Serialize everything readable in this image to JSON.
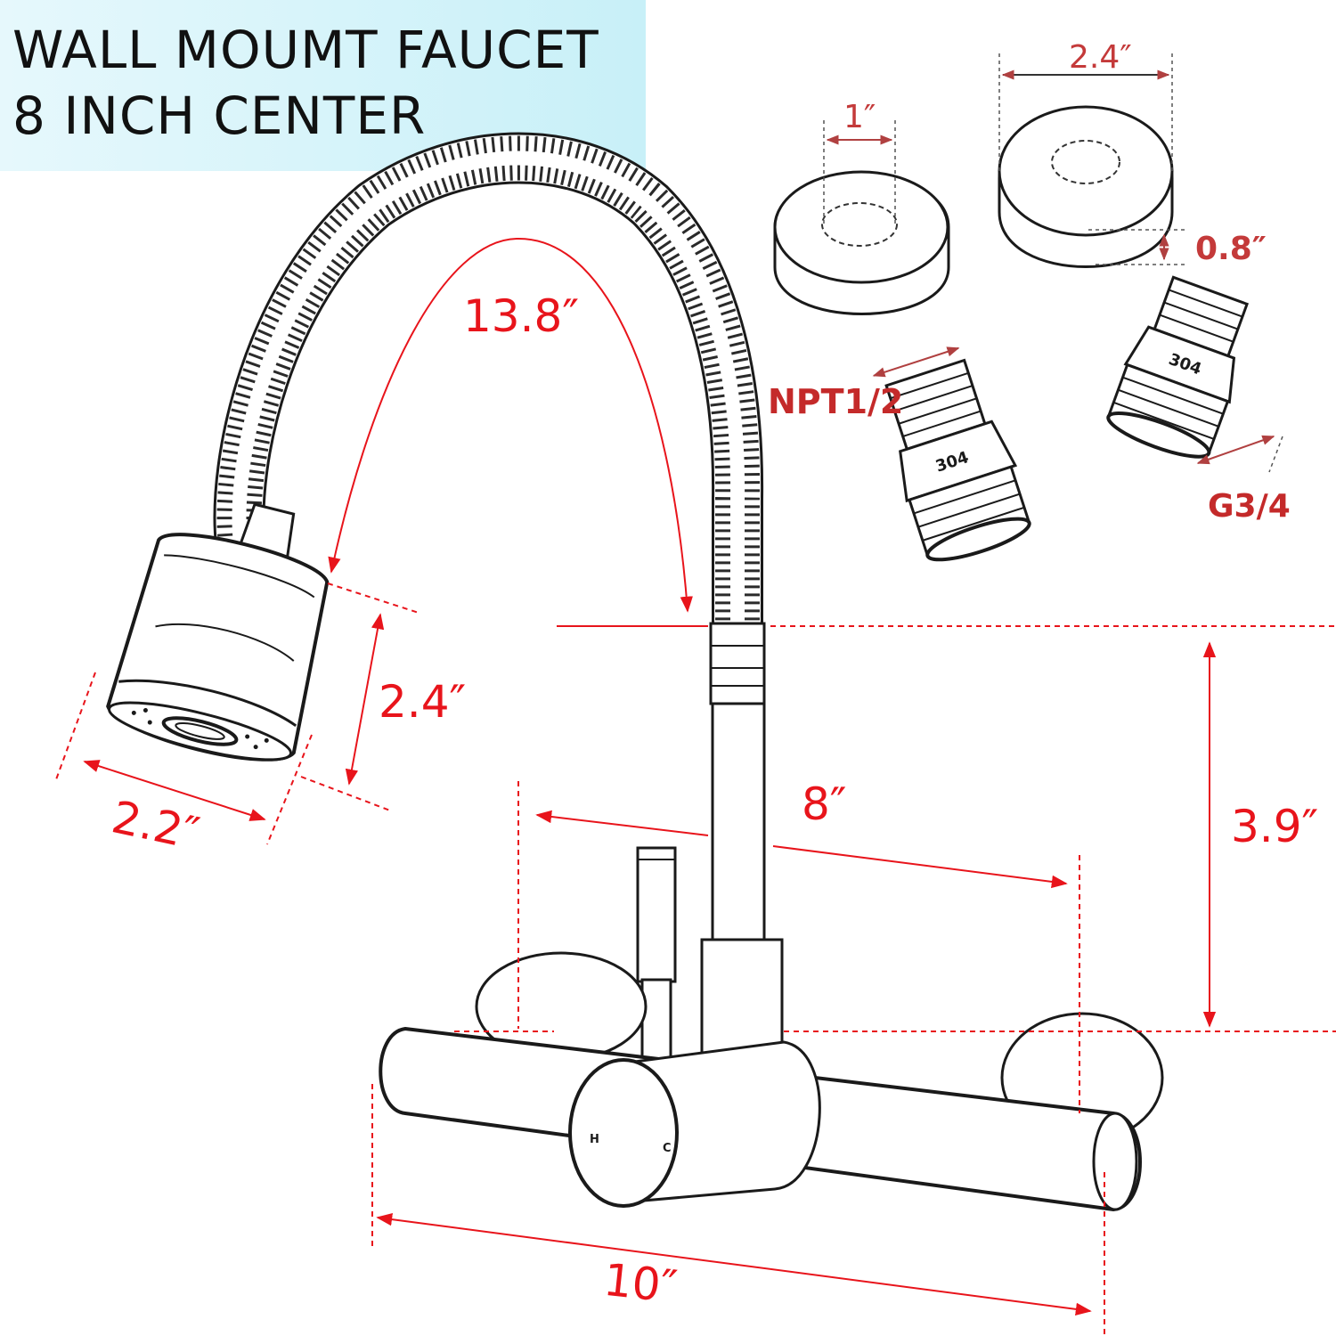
{
  "title": {
    "line1": "WALL MOUMT FAUCET",
    "line2": "8 INCH CENTER"
  },
  "dimensions": {
    "spout_reach": "13.8″",
    "sprayer_height": "2.4″",
    "sprayer_width": "2.2″",
    "center_distance": "8″",
    "spout_height": "3.9″",
    "overall_width": "10″",
    "small_flange_diameter": "1″",
    "large_flange_diameter": "2.4″",
    "flange_depth": "0.8″"
  },
  "thread_labels": {
    "small_adapter": "NPT1/2",
    "large_adapter": "G3/4"
  },
  "handle_marks": {
    "hot": "H",
    "cold": "C"
  },
  "adapter_stamp": "304",
  "colors": {
    "dimension_red": "#e8141b",
    "line_art": "#1a1a1a",
    "banner": "#d6f4fa"
  }
}
